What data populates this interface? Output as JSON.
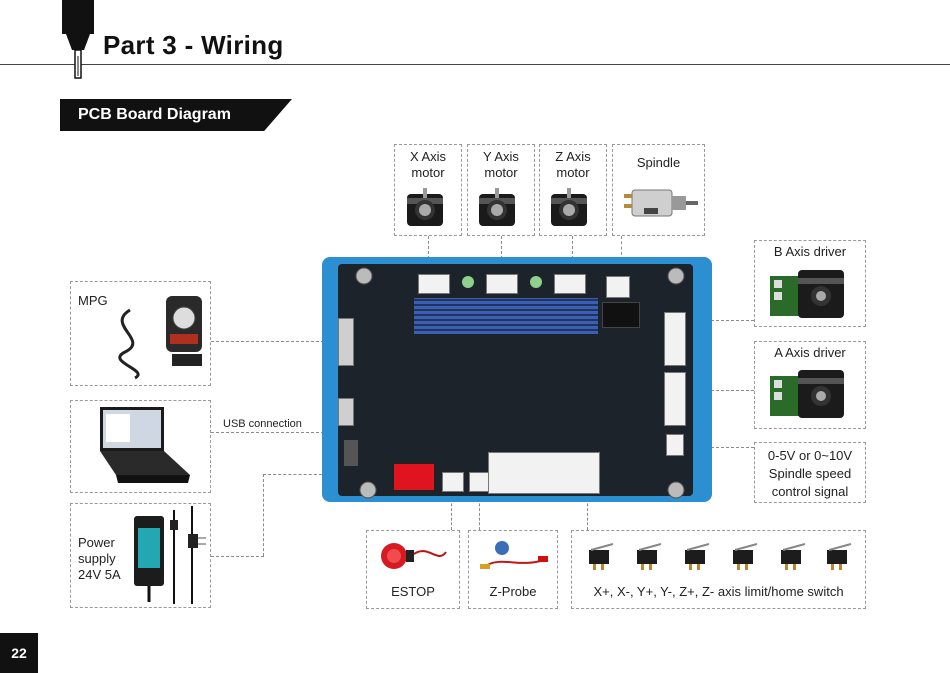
{
  "header": {
    "title": "Part 3 - Wiring"
  },
  "section": {
    "label": "PCB Board Diagram"
  },
  "page": {
    "number": "22"
  },
  "labels": {
    "x_motor": [
      "X Axis",
      "motor"
    ],
    "y_motor": [
      "Y Axis",
      "motor"
    ],
    "z_motor": [
      "Z Axis",
      "motor"
    ],
    "spindle": "Spindle",
    "b_driver": "B  Axis driver",
    "a_driver": "A  Axis driver",
    "speed_signal": [
      "0-5V or 0~10V",
      "Spindle speed",
      "control signal"
    ],
    "mpg": "MPG",
    "usb": "USB connection",
    "power": [
      "Power",
      "supply",
      "24V 5A"
    ],
    "estop": "ESTOP",
    "probe": "Z-Probe",
    "limits": "X+, X-, Y+, Y-, Z+, Z- axis limit/home switch"
  },
  "colors": {
    "board": "#2b8fd1",
    "pcb": "#1d232b",
    "switch_red": "#e0141e",
    "accent_black": "#111111"
  }
}
